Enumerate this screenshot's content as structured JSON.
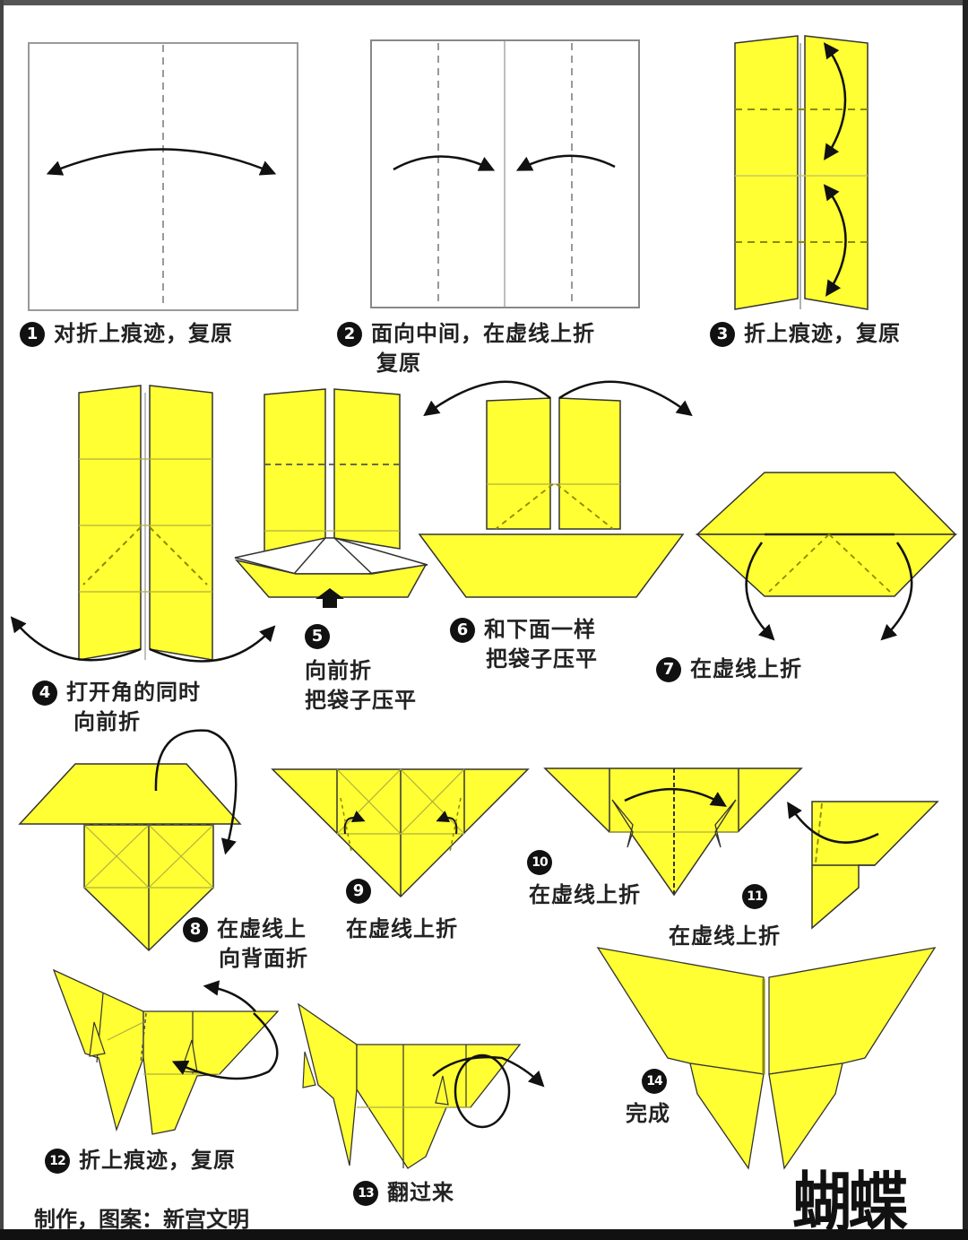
{
  "title": "蝴蝶",
  "credit": "制作，图案：新宫文明",
  "colors": {
    "paper": "#ffff33",
    "paper_stroke": "#3a3a00",
    "crease": "#8a8a00",
    "arrow": "#111111",
    "frame": "#333333"
  },
  "steps": [
    {
      "number": "1",
      "lines": [
        "对折上痕迹，复原"
      ]
    },
    {
      "number": "2",
      "lines": [
        "面向中间，在虚线上折",
        "复原"
      ]
    },
    {
      "number": "3",
      "lines": [
        "折上痕迹，复原"
      ]
    },
    {
      "number": "4",
      "lines": [
        "打开角的同时",
        "向前折"
      ]
    },
    {
      "number": "5",
      "lines": [
        "向前折",
        "把袋子压平"
      ]
    },
    {
      "number": "6",
      "lines": [
        "和下面一样",
        "把袋子压平"
      ]
    },
    {
      "number": "7",
      "lines": [
        "在虚线上折"
      ]
    },
    {
      "number": "8",
      "lines": [
        "在虚线上",
        "向背面折"
      ]
    },
    {
      "number": "9",
      "lines": [
        "在虚线上折"
      ]
    },
    {
      "number": "10",
      "lines": [
        "在虚线上折"
      ]
    },
    {
      "number": "11",
      "lines": [
        "在虚线上折"
      ]
    },
    {
      "number": "12",
      "lines": [
        "折上痕迹，复原"
      ]
    },
    {
      "number": "13",
      "lines": [
        "翻过来"
      ]
    },
    {
      "number": "14",
      "lines": [
        "完成"
      ]
    }
  ]
}
